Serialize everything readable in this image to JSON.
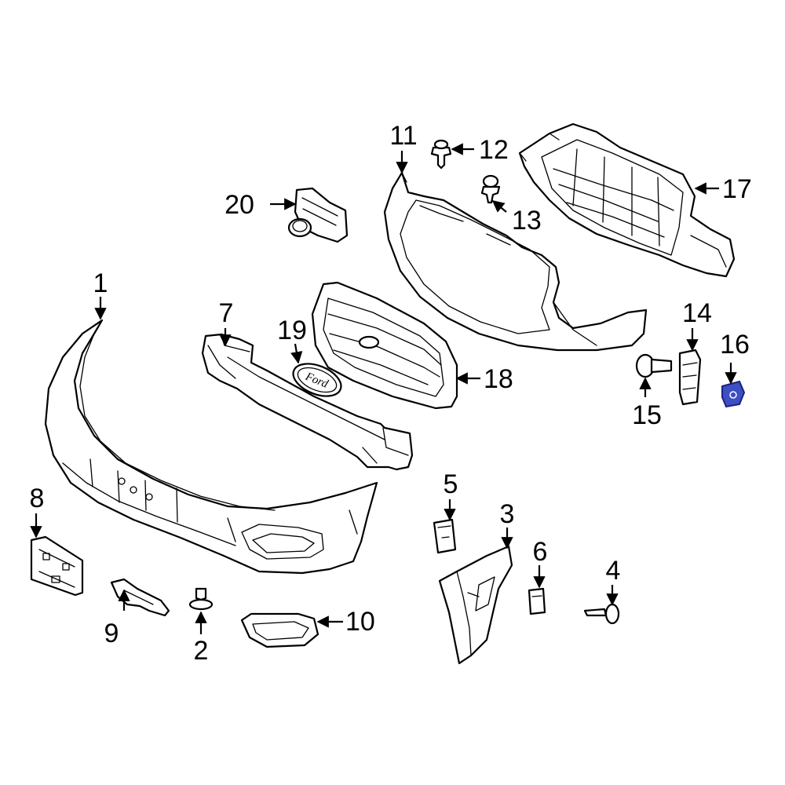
{
  "colors": {
    "line": "#000000",
    "background": "#ffffff",
    "highlight_fill": "#3d4fc4",
    "highlight_stroke": "#1a237e"
  },
  "highlighted_part": "16",
  "emblem": {
    "text": "Ford"
  },
  "callouts": [
    {
      "id": "1",
      "label": "1"
    },
    {
      "id": "2",
      "label": "2"
    },
    {
      "id": "3",
      "label": "3"
    },
    {
      "id": "4",
      "label": "4"
    },
    {
      "id": "5",
      "label": "5"
    },
    {
      "id": "6",
      "label": "6"
    },
    {
      "id": "7",
      "label": "7"
    },
    {
      "id": "8",
      "label": "8"
    },
    {
      "id": "9",
      "label": "9"
    },
    {
      "id": "10",
      "label": "10"
    },
    {
      "id": "11",
      "label": "11"
    },
    {
      "id": "12",
      "label": "12"
    },
    {
      "id": "13",
      "label": "13"
    },
    {
      "id": "14",
      "label": "14"
    },
    {
      "id": "15",
      "label": "15"
    },
    {
      "id": "16",
      "label": "16"
    },
    {
      "id": "17",
      "label": "17"
    },
    {
      "id": "18",
      "label": "18"
    },
    {
      "id": "19",
      "label": "19"
    },
    {
      "id": "20",
      "label": "20"
    }
  ]
}
